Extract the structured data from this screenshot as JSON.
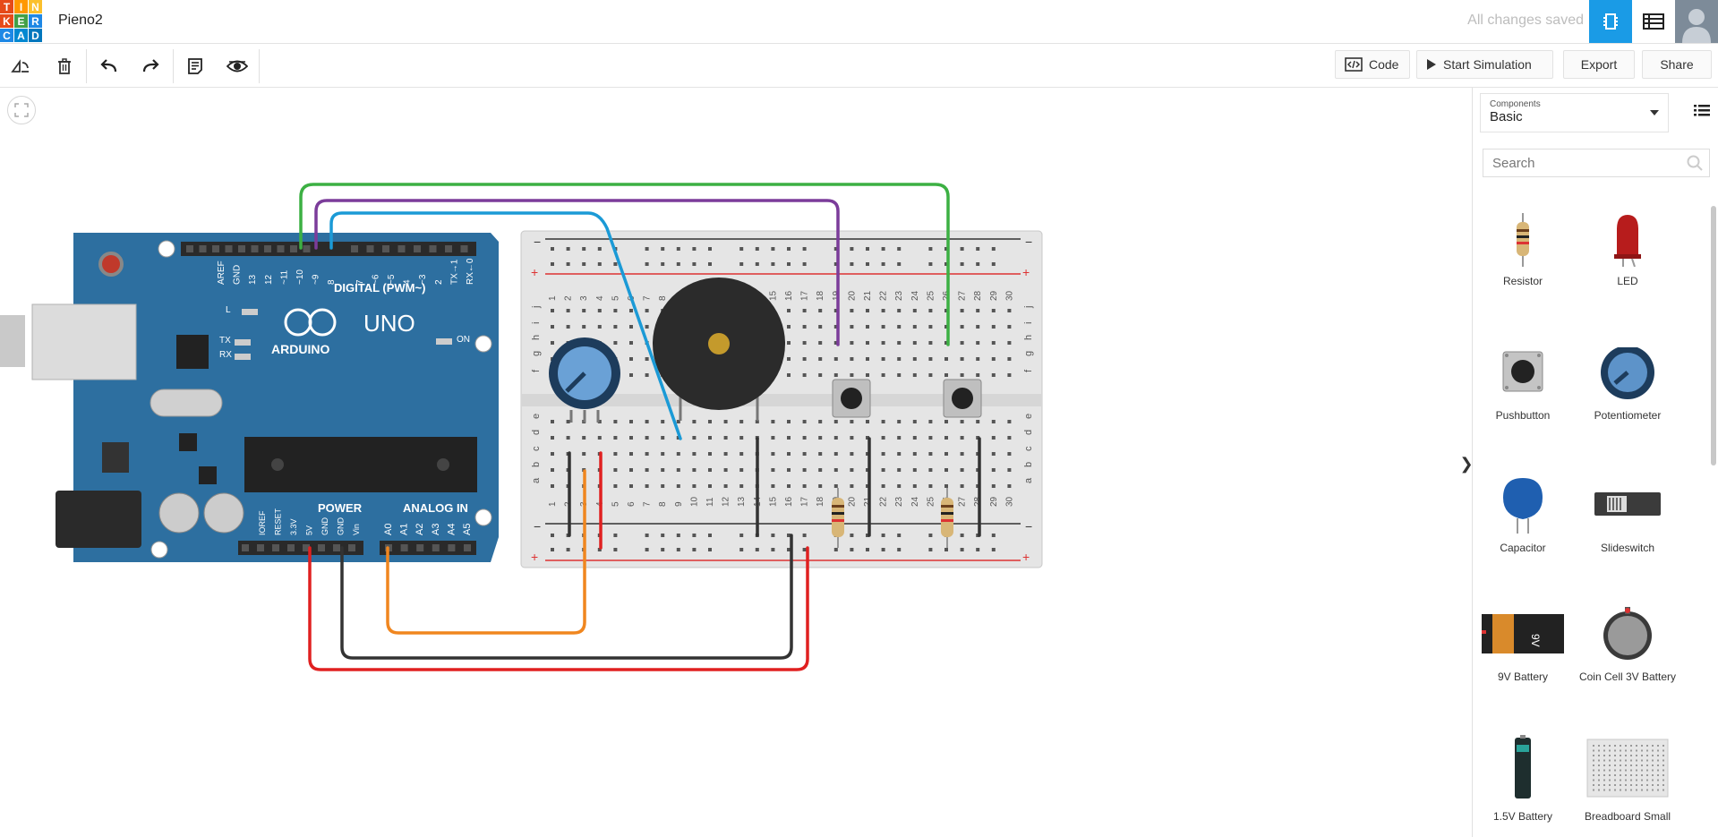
{
  "header": {
    "logo_letters": [
      "T",
      "I",
      "N",
      "K",
      "E",
      "R",
      "C",
      "A",
      "D"
    ],
    "project_name": "Pieno2",
    "save_status": "All changes saved",
    "icons": [
      "circuit-view-icon",
      "schematic-list-icon",
      "user-avatar-icon"
    ]
  },
  "toolbar": {
    "tools": [
      "rotate-icon",
      "trash-icon",
      "undo-icon",
      "redo-icon",
      "notes-icon",
      "visibility-icon"
    ],
    "code_label": "Code",
    "start_simulation_label": "Start Simulation",
    "export_label": "Export",
    "share_label": "Share"
  },
  "circuit": {
    "arduino": {
      "brand": "ARDUINO",
      "model": "UNO",
      "digital_label": "DIGITAL (PWM~)",
      "power_label": "POWER",
      "analog_label": "ANALOG IN",
      "digital_pins": [
        "AREF",
        "GND",
        "13",
        "12",
        "~11",
        "~10",
        "~9",
        "8",
        "7",
        "~6",
        "~5",
        "4",
        "~3",
        "2",
        "TX→1",
        "RX←0"
      ],
      "power_pins": [
        "IOREF",
        "RESET",
        "3.3V",
        "5V",
        "GND",
        "GND",
        "Vin"
      ],
      "analog_pins": [
        "A0",
        "A1",
        "A2",
        "A3",
        "A4",
        "A5"
      ],
      "led_labels": [
        "L",
        "TX",
        "RX",
        "ON"
      ]
    },
    "breadboard": {
      "row_letters_top": [
        "j",
        "i",
        "h",
        "g",
        "f"
      ],
      "row_letters_bottom": [
        "e",
        "d",
        "c",
        "b",
        "a"
      ],
      "columns": [
        "1",
        "2",
        "3",
        "4",
        "5",
        "6",
        "7",
        "8",
        "9",
        "10",
        "11",
        "12",
        "13",
        "14",
        "15",
        "16",
        "17",
        "18",
        "19",
        "20",
        "21",
        "22",
        "23",
        "24",
        "25",
        "26",
        "27",
        "28",
        "29",
        "30"
      ]
    },
    "wire_colors": {
      "green": "#3cb043",
      "purple": "#7b3c9a",
      "blue": "#1b9ad6",
      "orange": "#f0861f",
      "red": "#e02020",
      "black": "#333333"
    }
  },
  "panel": {
    "components_caption": "Components",
    "selected_category": "Basic",
    "search_placeholder": "Search",
    "components": [
      {
        "name": "Resistor",
        "icon": "resistor-icon"
      },
      {
        "name": "LED",
        "icon": "led-icon"
      },
      {
        "name": "Pushbutton",
        "icon": "pushbutton-icon"
      },
      {
        "name": "Potentiometer",
        "icon": "potentiometer-icon"
      },
      {
        "name": "Capacitor",
        "icon": "capacitor-icon"
      },
      {
        "name": "Slideswitch",
        "icon": "slideswitch-icon"
      },
      {
        "name": "9V Battery",
        "icon": "battery-9v-icon"
      },
      {
        "name": "Coin Cell 3V Battery",
        "icon": "coin-cell-icon"
      },
      {
        "name": "1.5V Battery",
        "icon": "battery-aa-icon"
      },
      {
        "name": "Breadboard Small",
        "icon": "breadboard-small-icon"
      }
    ]
  }
}
